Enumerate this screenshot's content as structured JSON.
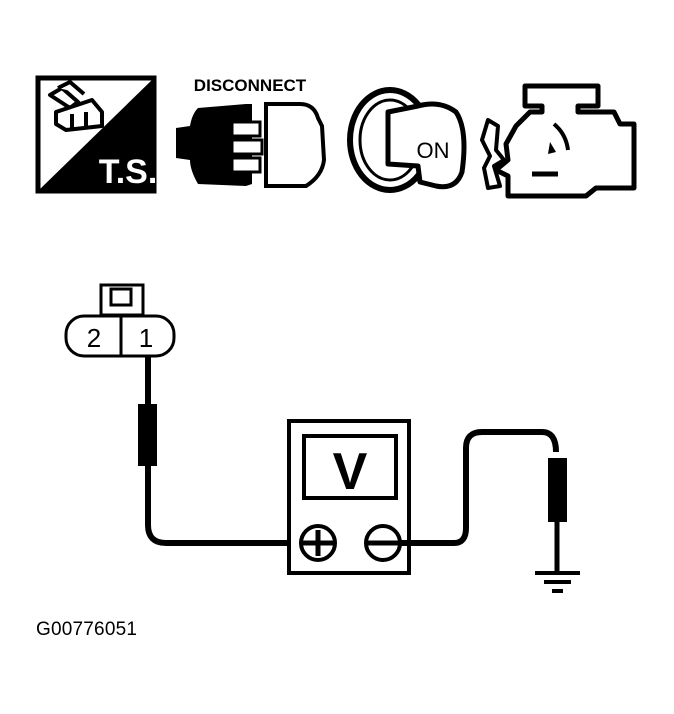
{
  "icons": {
    "ts": {
      "label": "T.S."
    },
    "disconnect": {
      "label": "DISCONNECT"
    },
    "ignition": {
      "label": "ON"
    },
    "engine": {
      "label": ""
    }
  },
  "connector": {
    "terminals": [
      "2",
      "1"
    ]
  },
  "meter": {
    "display": "V",
    "positive": "+",
    "negative": "-"
  },
  "caption": "G00776051",
  "colors": {
    "ink": "#000000",
    "paper": "#ffffff"
  }
}
